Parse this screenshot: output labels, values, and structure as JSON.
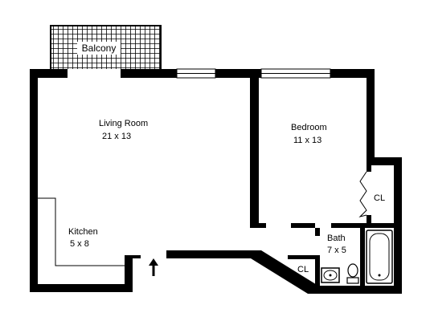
{
  "rooms": {
    "balcony": {
      "name": "Balcony"
    },
    "living_room": {
      "name": "Living Room",
      "dims": "21 x 13"
    },
    "bedroom": {
      "name": "Bedroom",
      "dims": "11 x 13"
    },
    "kitchen": {
      "name": "Kitchen",
      "dims": "5 x 8"
    },
    "bath": {
      "name": "Bath",
      "dims": "7 x 5"
    },
    "closet_bedroom": {
      "name": "CL"
    },
    "closet_hall": {
      "name": "CL"
    }
  }
}
